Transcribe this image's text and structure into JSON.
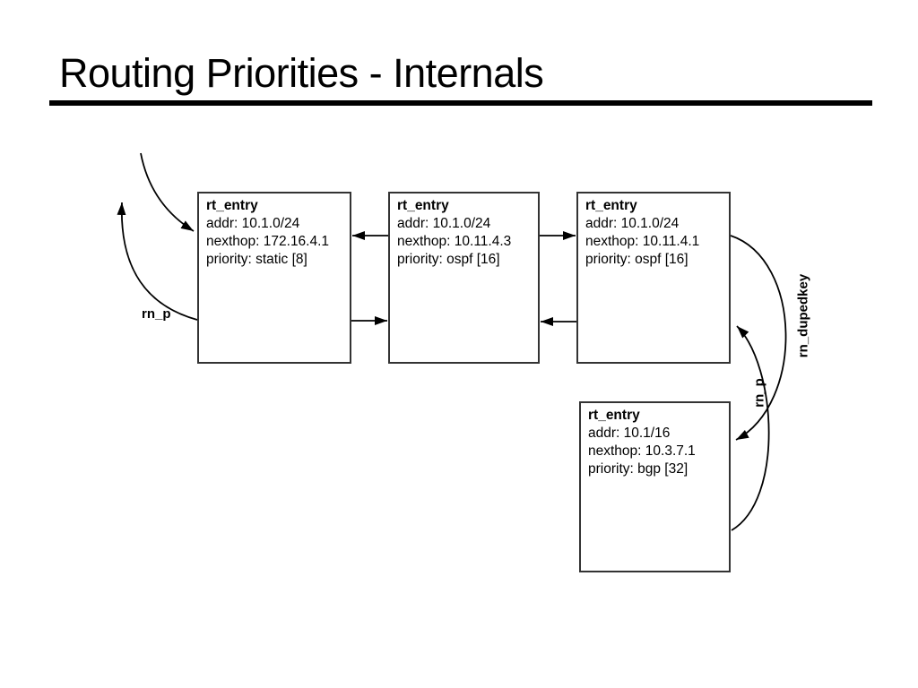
{
  "slide": {
    "title": "Routing Priorities - Internals"
  },
  "nodes": [
    {
      "title": "rt_entry",
      "addr": "addr: 10.1.0/24",
      "nexthop": "nexthop: 172.16.4.1",
      "priority": "priority: static [8]"
    },
    {
      "title": "rt_entry",
      "addr": "addr: 10.1.0/24",
      "nexthop": "nexthop: 10.11.4.3",
      "priority": "priority: ospf [16]"
    },
    {
      "title": "rt_entry",
      "addr": "addr: 10.1.0/24",
      "nexthop": "nexthop: 10.11.4.1",
      "priority": "priority: ospf [16]"
    },
    {
      "title": "rt_entry",
      "addr": "addr: 10.1/16",
      "nexthop": "nexthop: 10.3.7.1",
      "priority": "priority: bgp [32]"
    }
  ],
  "labels": {
    "rn_p_left": "rn_p",
    "rn_dupedkey": "rn_dupedkey",
    "rn_p_right": "rn_p"
  },
  "colors": {
    "background": "#ffffff",
    "text": "#000000",
    "line": "#000000",
    "box_border": "#333333"
  }
}
